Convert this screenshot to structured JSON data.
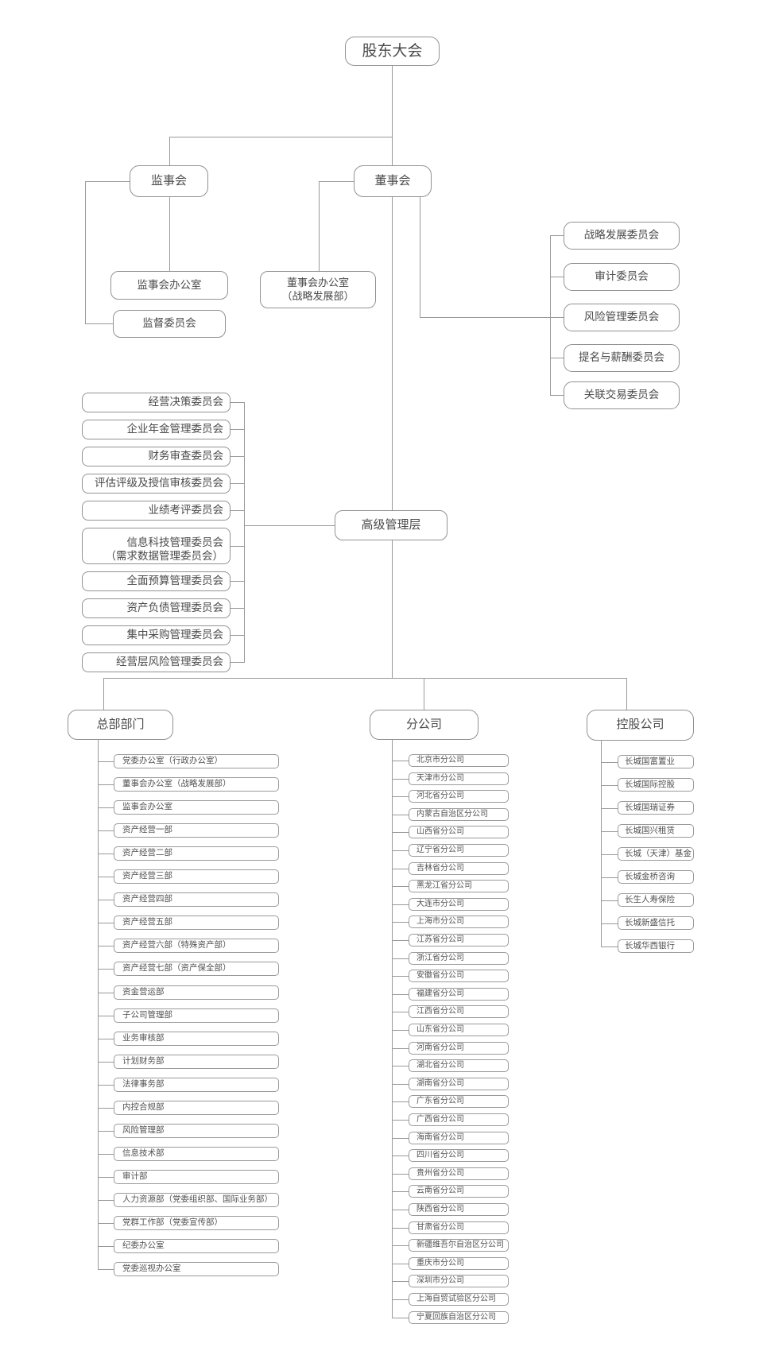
{
  "diagram": {
    "shareholders": "股东大会",
    "supervisory_board": "监事会",
    "board": "董事会",
    "supervisory_office": "监事会办公室",
    "supervision_committee": "监督委员会",
    "board_office": [
      "董事会办公室",
      "（战略发展部）"
    ],
    "senior_management": "高级管理层",
    "board_committees": [
      "战略发展委员会",
      "审计委员会",
      "风险管理委员会",
      "提名与薪酬委员会",
      "关联交易委员会"
    ],
    "management_committees": [
      [
        "经营决策委员会"
      ],
      [
        "企业年金管理委员会"
      ],
      [
        "财务审查委员会"
      ],
      [
        "评估评级及授信审核委员会"
      ],
      [
        "业绩考评委员会"
      ],
      [
        "信息科技管理委员会",
        "（需求数据管理委员会）"
      ],
      [
        "全面预算管理委员会"
      ],
      [
        "资产负债管理委员会"
      ],
      [
        "集中采购管理委员会"
      ],
      [
        "经营层风险管理委员会"
      ]
    ],
    "sections": {
      "headquarters": {
        "label": "总部部门",
        "items": [
          "党委办公室（行政办公室）",
          "董事会办公室（战略发展部）",
          "监事会办公室",
          "资产经营一部",
          "资产经营二部",
          "资产经营三部",
          "资产经营四部",
          "资产经营五部",
          "资产经营六部（特殊资产部）",
          "资产经营七部（资产保全部）",
          "资金营运部",
          "子公司管理部",
          "业务审核部",
          "计划财务部",
          "法律事务部",
          "内控合规部",
          "风险管理部",
          "信息技术部",
          "审计部",
          "人力资源部（党委组织部、国际业务部）",
          "党群工作部（党委宣传部）",
          "纪委办公室",
          "党委巡视办公室"
        ]
      },
      "branches": {
        "label": "分公司",
        "items": [
          "北京市分公司",
          "天津市分公司",
          "河北省分公司",
          "内蒙古自治区分公司",
          "山西省分公司",
          "辽宁省分公司",
          "吉林省分公司",
          "黑龙江省分公司",
          "大连市分公司",
          "上海市分公司",
          "江苏省分公司",
          "浙江省分公司",
          "安徽省分公司",
          "福建省分公司",
          "江西省分公司",
          "山东省分公司",
          "河南省分公司",
          "湖北省分公司",
          "湖南省分公司",
          "广东省分公司",
          "广西省分公司",
          "海南省分公司",
          "四川省分公司",
          "贵州省分公司",
          "云南省分公司",
          "陕西省分公司",
          "甘肃省分公司",
          "新疆维吾尔自治区分公司",
          "重庆市分公司",
          "深圳市分公司",
          "上海自贸试验区分公司",
          "宁夏回族自治区分公司"
        ]
      },
      "holdings": {
        "label": "控股公司",
        "items": [
          "长城国富置业",
          "长城国际控股",
          "长城国瑞证券",
          "长城国兴租赁",
          "长城（天津）基金",
          "长城金桥咨询",
          "长生人寿保险",
          "长城新盛信托",
          "长城华西银行"
        ]
      }
    },
    "colors": {
      "line": "#999999",
      "border": "#929292",
      "text": "#4a4a4a",
      "background": "#ffffff"
    }
  }
}
